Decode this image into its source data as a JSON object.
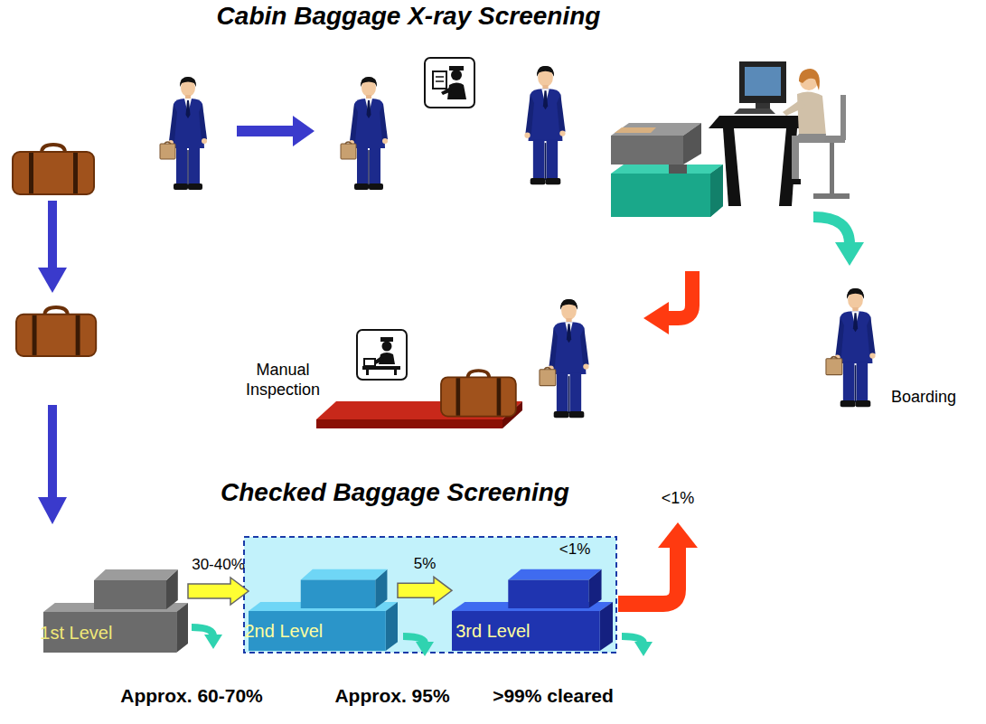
{
  "diagram": {
    "title": "Cabin Baggage X-ray Screening",
    "nodes": [
      {
        "text": [
          "1st Level"
        ]
      },
      {
        "text": [
          "2nd Level"
        ]
      },
      {
        "text": [
          "3rd Level"
        ]
      }
    ],
    "edges": [
      {
        "from": 0,
        "to": 1,
        "label": "30-40%",
        "arrow": "to"
      },
      {
        "from": 1,
        "to": 2,
        "label": "5%",
        "arrow": "to"
      }
    ],
    "labels": [
      "Manual Inspection",
      "Boarding",
      "Checked Baggage Screening",
      "<1%",
      "<1%",
      "Approx. 60-70%",
      "Approx. 95%",
      ">99% cleared"
    ]
  }
}
